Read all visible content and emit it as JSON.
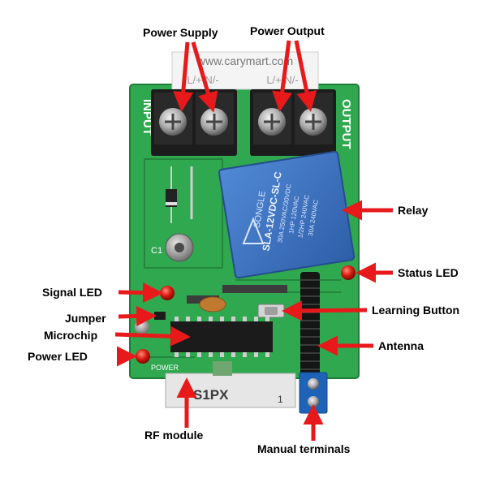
{
  "callouts": {
    "power_supply": "Power Supply",
    "power_output": "Power Output",
    "relay": "Relay",
    "status_led": "Status LED",
    "signal_led": "Signal LED",
    "learning_button": "Learning Button",
    "jumper": "Jumper",
    "microchip": "Microchip",
    "antenna": "Antenna",
    "power_led": "Power LED",
    "rf_module": "RF module",
    "manual_terminals": "Manual terminals"
  },
  "board": {
    "website": "www.carymart.com",
    "input_label": "INPUT",
    "output_label": "OUTPUT",
    "terminal_in": "L/+  N/-",
    "terminal_out": "L/+  N/-",
    "c1_label": "C1",
    "module_label": "S1PX",
    "module_number": "1",
    "power_silk": "POWER"
  },
  "relay_print": {
    "brand": "SONGLE",
    "model": "SLA-12VDC-SL-C",
    "rating_1": "30A 250VAC/30VDC",
    "rating_2": "1HP 120VAC",
    "rating_3": "1/2HP 240VAC",
    "rating_4": "30A 240VAC"
  },
  "colors": {
    "pcb": "#2fa84f",
    "pcb_dark": "#23873d",
    "relay": "#3a6fc2",
    "arrow": "#e8191b",
    "terminal_block": "#1c1c1c",
    "manual_terminal": "#1e63b8"
  }
}
